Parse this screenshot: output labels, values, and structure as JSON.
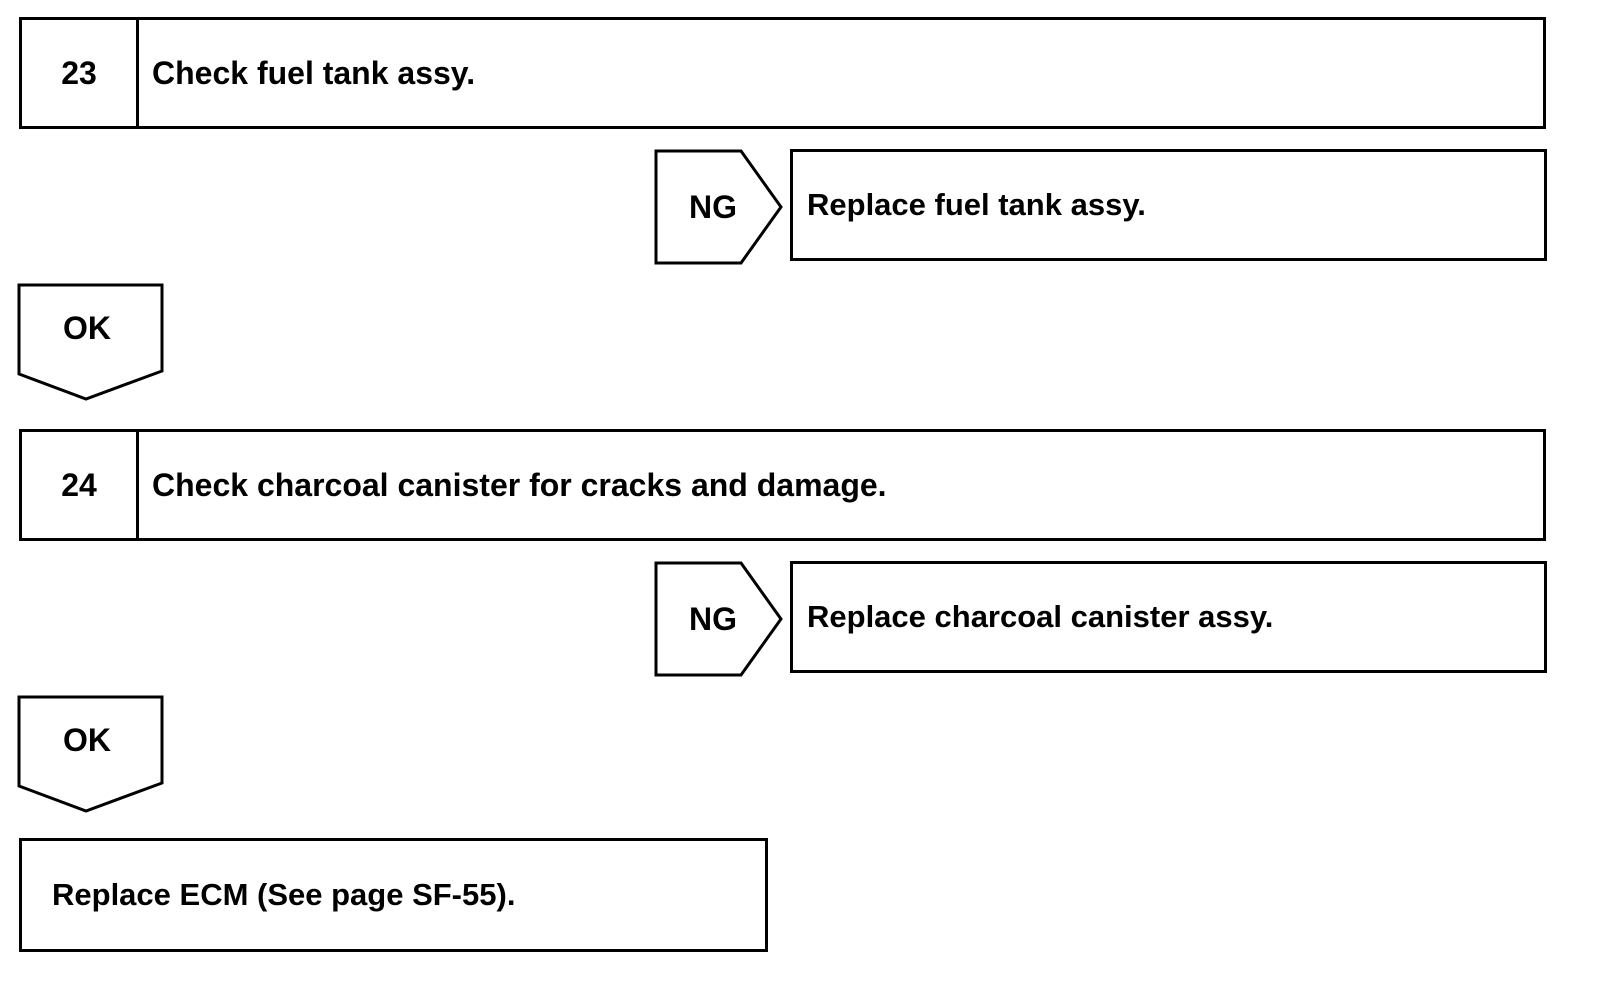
{
  "steps": [
    {
      "number": "23",
      "text": "Check fuel tank assy.",
      "ng_label": "NG",
      "ng_result": "Replace fuel tank assy.",
      "ok_label": "OK"
    },
    {
      "number": "24",
      "text": "Check charcoal canister for cracks and damage.",
      "ng_label": "NG",
      "ng_result": "Replace charcoal canister assy.",
      "ok_label": "OK"
    }
  ],
  "final": {
    "text": "Replace ECM (See page SF-55)."
  }
}
